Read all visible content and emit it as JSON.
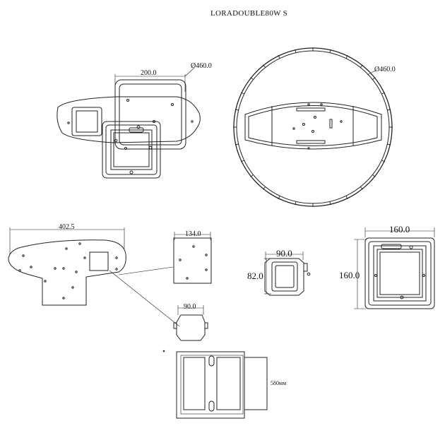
{
  "drawing": {
    "title": "LORADOUBLE80W  S",
    "dims": {
      "overlay_width": "200.0",
      "overlay_diameter": "Ø460.0",
      "round_diameter": "Ø460.0",
      "plate_width": "402.5",
      "small_plate_width": "134.0",
      "clamp_width_a": "90.0",
      "clamp_width_b": "90.0",
      "clamp_height": "82.0",
      "frame_width": "160.0",
      "frame_height": "160.0",
      "package_length": "580мм"
    }
  }
}
